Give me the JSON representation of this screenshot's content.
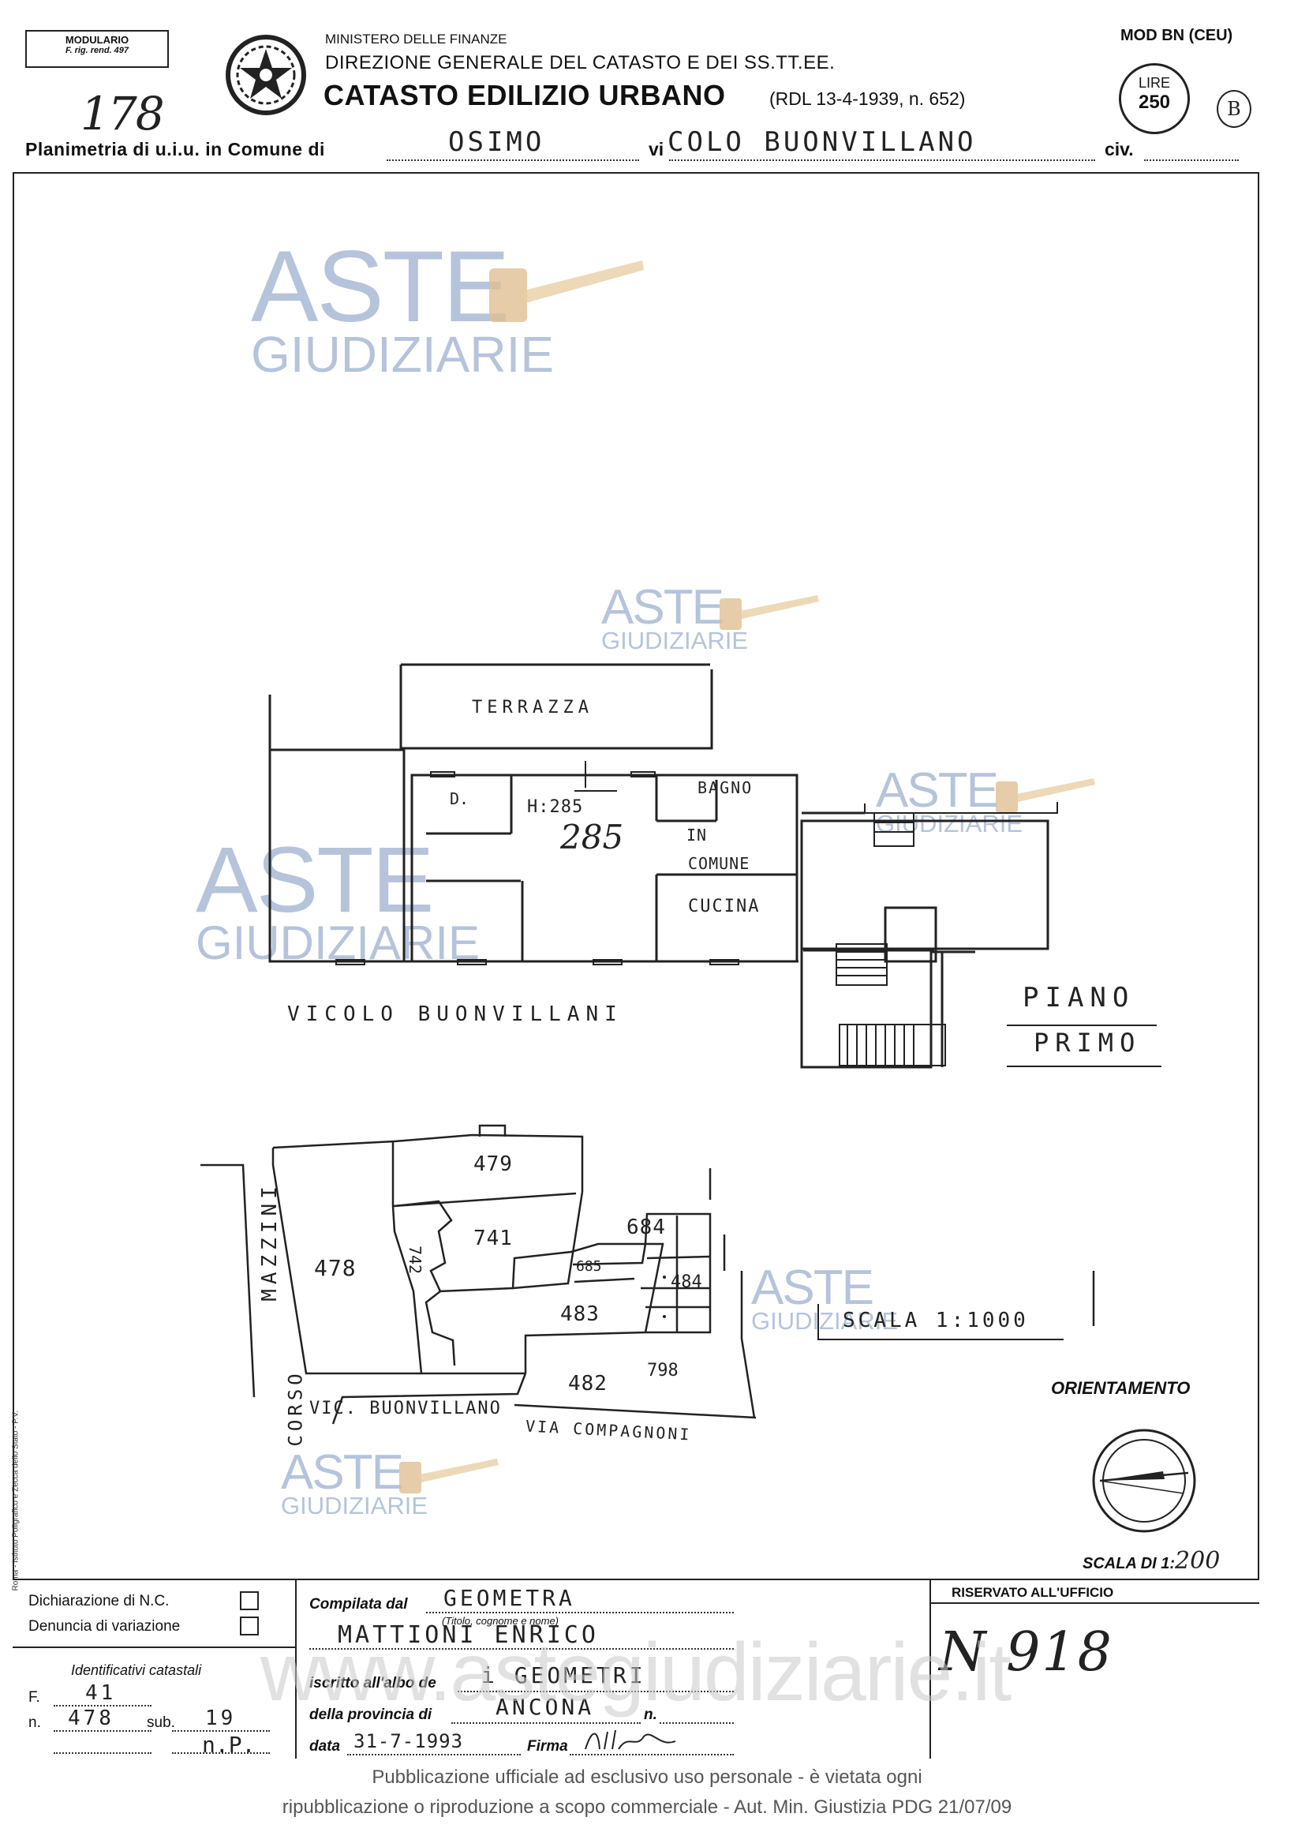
{
  "header": {
    "modulario": "MODULARIO",
    "modulario_sub": "F. rig. rend. 497",
    "ministry": "MINISTERO DELLE FINANZE",
    "direction": "DIREZIONE GENERALE DEL CATASTO E DEI SS.TT.EE.",
    "title": "CATASTO EDILIZIO URBANO",
    "law": "(RDL 13-4-1939, n. 652)",
    "mod": "MOD BN (CEU)",
    "lire_label": "LIRE",
    "lire_value": "250",
    "circled_letter": "B",
    "handwritten_number": "178",
    "planimetria_label": "Planimetria di u.i.u. in Comune di",
    "comune": "OSIMO",
    "via_label": "vi",
    "via_value": "COLO BUONVILLANO",
    "civ_label": "civ."
  },
  "plan": {
    "terrazza": "TERRAZZA",
    "bagno": "BAGNO",
    "d_label": "D.",
    "height_label": "H:285",
    "height_hand": "285",
    "in_comune_1": "IN",
    "in_comune_2": "COMUNE",
    "cucina": "CUCINA",
    "street": "VICOLO BUONVILLANI",
    "piano": "PIANO",
    "primo": "PRIMO"
  },
  "map": {
    "parcels": [
      "479",
      "741",
      "478",
      "742",
      "684",
      "685",
      "484",
      "483",
      "482",
      "798"
    ],
    "street_mazzini": "MAZZINI",
    "street_corso": "CORSO",
    "street_vic": "VIC. BUONVILLANO",
    "street_via": "VIA COMPAGNONI",
    "scala_map": "SCALA 1:1000"
  },
  "orientation": {
    "label": "ORIENTAMENTO",
    "scale_label": "SCALA DI 1:",
    "scale_value": "200"
  },
  "watermark": {
    "aste": "ASTE",
    "giudiziarie": "GIUDIZIARIE",
    "site": "www.astegiudiziarie.it"
  },
  "form": {
    "dichiarazione": "Dichiarazione di N.C.",
    "denuncia": "Denuncia di variazione",
    "identificativi": "Identificativi catastali",
    "f_label": "F.",
    "f_value": "41",
    "n_label": "n.",
    "n_value": "478",
    "sub_label": "sub.",
    "sub_value": "19",
    "extra_hand": "n.P.",
    "compilata_label": "Compilata dal",
    "compilata_value": "GEOMETRA",
    "titolo_note": "(Titolo, cognome e nome)",
    "nome_value": "MATTIONI ENRICO",
    "iscritto_label": "iscritto all'albo de",
    "iscritto_value": "i GEOMETRI",
    "provincia_label": "della provincia di",
    "provincia_value": "ANCONA",
    "n_albo_label": "n.",
    "data_label": "data",
    "data_value": "31-7-1993",
    "firma_label": "Firma",
    "riservato": "RISERVATO ALL'UFFICIO",
    "riservato_hand": "N 918"
  },
  "side_text": "Roma - Istituto Poligrafico e Zecca dello Stato - P.V.",
  "footer": {
    "line1": "Pubblicazione ufficiale ad esclusivo uso personale - è vietata ogni",
    "line2": "ripubblicazione o riproduzione a scopo commerciale - Aut. Min. Giustizia PDG 21/07/09"
  }
}
